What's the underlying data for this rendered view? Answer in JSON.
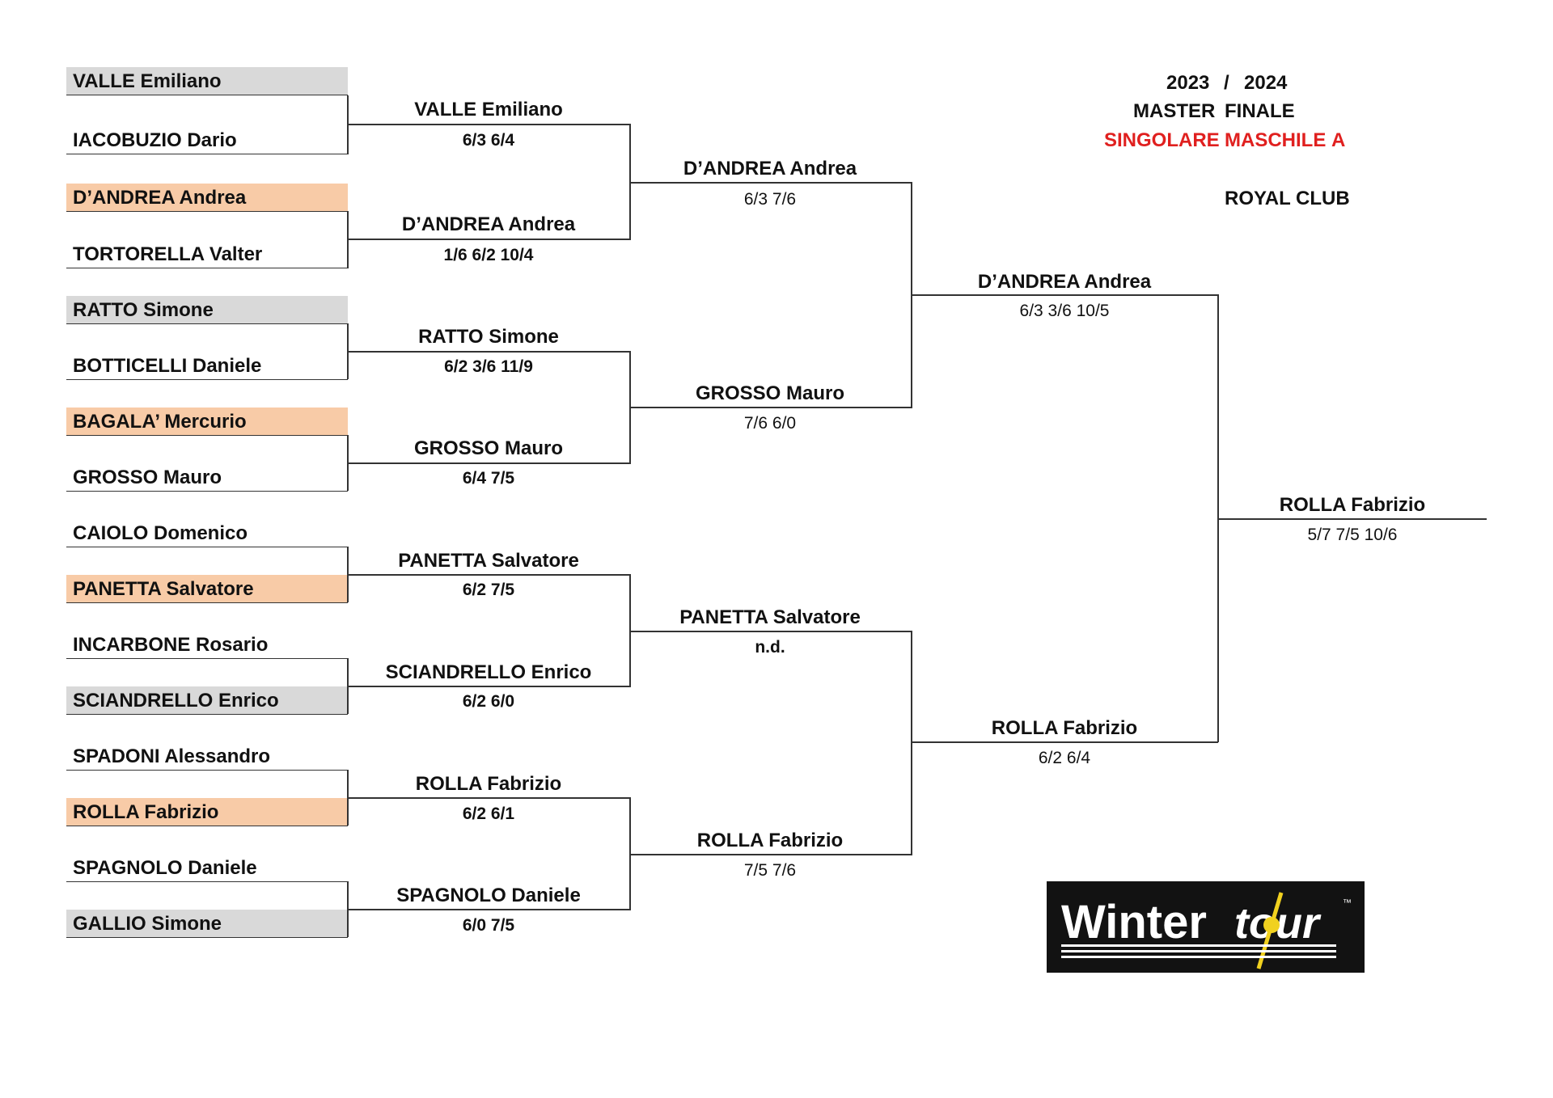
{
  "header": {
    "year_start": "2023",
    "year_sep": "/",
    "year_end": "2024",
    "label_master": "MASTER",
    "label_finale": "FINALE",
    "category_a": "SINGOLARE",
    "category_b": "MASCHILE",
    "category_c": "A",
    "club": "ROYAL CLUB",
    "category_color": "#e0201f"
  },
  "players": [
    {
      "name": "VALLE Emiliano",
      "highlight": "gray"
    },
    {
      "name": "IACOBUZIO Dario",
      "highlight": "none"
    },
    {
      "name": "D’ANDREA Andrea",
      "highlight": "peach"
    },
    {
      "name": "TORTORELLA Valter",
      "highlight": "none"
    },
    {
      "name": "RATTO Simone",
      "highlight": "gray"
    },
    {
      "name": "BOTTICELLI Daniele",
      "highlight": "none"
    },
    {
      "name": "BAGALA’ Mercurio",
      "highlight": "peach"
    },
    {
      "name": "GROSSO Mauro",
      "highlight": "none"
    },
    {
      "name": "CAIOLO Domenico",
      "highlight": "none"
    },
    {
      "name": "PANETTA Salvatore",
      "highlight": "peach"
    },
    {
      "name": "INCARBONE Rosario",
      "highlight": "none"
    },
    {
      "name": "SCIANDRELLO Enrico",
      "highlight": "gray"
    },
    {
      "name": "SPADONI Alessandro",
      "highlight": "none"
    },
    {
      "name": "ROLLA Fabrizio",
      "highlight": "peach"
    },
    {
      "name": "SPAGNOLO Daniele",
      "highlight": "none"
    },
    {
      "name": "GALLIO Simone",
      "highlight": "gray"
    }
  ],
  "rounds": [
    [
      {
        "winner": "VALLE Emiliano",
        "score": "6/3 6/4"
      },
      {
        "winner": "D’ANDREA Andrea",
        "score": "1/6 6/2 10/4"
      },
      {
        "winner": "RATTO Simone",
        "score": "6/2  3/6 11/9"
      },
      {
        "winner": "GROSSO Mauro",
        "score": "6/4 7/5"
      },
      {
        "winner": "PANETTA Salvatore",
        "score": "6/2 7/5"
      },
      {
        "winner": "SCIANDRELLO Enrico",
        "score": "6/2 6/0"
      },
      {
        "winner": "ROLLA Fabrizio",
        "score": "6/2 6/1"
      },
      {
        "winner": "SPAGNOLO Daniele",
        "score": "6/0 7/5"
      }
    ],
    [
      {
        "winner": "D’ANDREA Andrea",
        "score": "6/3 7/6"
      },
      {
        "winner": "GROSSO Mauro",
        "score": "7/6 6/0"
      },
      {
        "winner": "PANETTA Salvatore",
        "score": "n.d."
      },
      {
        "winner": "ROLLA Fabrizio",
        "score": "7/5 7/6"
      }
    ],
    [
      {
        "winner": "D’ANDREA Andrea",
        "score": "6/3 3/6 10/5"
      },
      {
        "winner": "ROLLA Fabrizio",
        "score": "6/2 6/4"
      }
    ],
    [
      {
        "winner": "ROLLA Fabrizio",
        "score": "5/7 7/5 10/6"
      }
    ]
  ],
  "logo": {
    "text_a": "Winter",
    "text_b": "tour",
    "trademark": "™"
  }
}
